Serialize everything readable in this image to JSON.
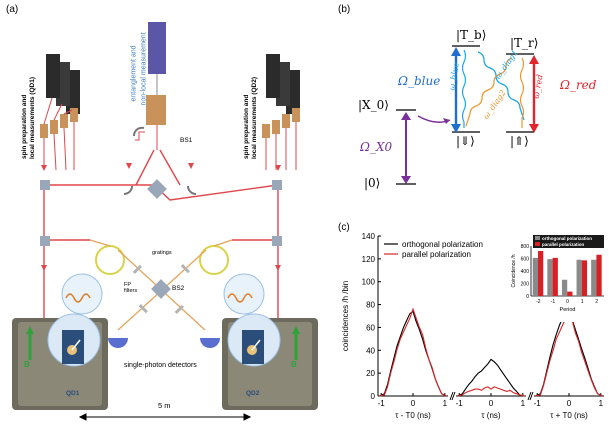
{
  "panels": {
    "a": "(a)",
    "b": "(b)",
    "c": "(c)"
  },
  "setup": {
    "qd1_caption": "spin preparation and\nlocal measurements (QD1)",
    "qd2_caption": "spin preparation and\nlocal measurements (QD2)",
    "center_caption_1": "entanglement and",
    "center_caption_2": "non-local measurement",
    "bs1": "BS1",
    "bs2": "BS2",
    "gratings": "gratings",
    "fp_filters": "FP\nfilters",
    "detectors": "single-photon detectors",
    "qd1": "QD1",
    "qd2": "QD2",
    "bfield": "B",
    "scale": "5 m",
    "colors": {
      "beam": "#e0474c",
      "fiber": "#e6a45a",
      "laser_box": "#c9925a",
      "detector_blue": "#5a6ed0"
    }
  },
  "level_scheme": {
    "states": {
      "Tb": "|T_b⟩",
      "Tr": "|T_r⟩",
      "X0": "|X_0⟩",
      "down": "|⇓⟩",
      "up": "|⇑⟩",
      "zero": "|0⟩"
    },
    "omega_blue": "Ω_blue",
    "omega_red": "Ω_red",
    "omega_x0": "Ω_X0",
    "omega_b": "ω_blue",
    "omega_r": "ω_red",
    "omega_diag1": "ω_diag1",
    "omega_diag2": "ω_diag2",
    "colors": {
      "blue": "#1f6fd0",
      "red": "#e3242b",
      "purple": "#7a2f9a",
      "cyan": "#19a6e8",
      "orange": "#f0962f"
    }
  },
  "chart_data": [
    {
      "type": "line",
      "ylabel": "coincidences /h /bin",
      "ylim": [
        0,
        140
      ],
      "yticks": [
        0,
        20,
        40,
        60,
        80,
        100,
        120,
        140
      ],
      "segments": [
        {
          "xlabel": "τ - T0 (ns)",
          "xticks": [
            "-1",
            "0",
            "1"
          ],
          "xlim": [
            -1.1,
            1.1
          ]
        },
        {
          "xlabel": "τ (ns)",
          "xticks": [
            "-1",
            "0",
            "1"
          ],
          "xlim": [
            -1.1,
            1.1
          ]
        },
        {
          "xlabel": "τ + T0 (ns)",
          "xticks": [
            "-1",
            "0",
            "1"
          ],
          "xlim": [
            -1.1,
            1.1
          ]
        }
      ],
      "legend": {
        "position": "top-left"
      },
      "series": [
        {
          "name": "orthogonal polarization",
          "color": "#000000",
          "segments": [
            {
              "x": [
                -1.05,
                -0.9,
                -0.8,
                -0.7,
                -0.6,
                -0.5,
                -0.4,
                -0.3,
                -0.2,
                -0.1,
                0,
                0.1,
                0.2,
                0.3,
                0.4,
                0.5,
                0.6,
                0.7,
                0.8,
                0.9,
                1.05
              ],
              "y": [
                0,
                2,
                10,
                22,
                33,
                44,
                52,
                60,
                66,
                72,
                74,
                65,
                58,
                50,
                40,
                32,
                24,
                15,
                8,
                2,
                0
              ]
            },
            {
              "x": [
                -1.05,
                -0.9,
                -0.8,
                -0.7,
                -0.6,
                -0.5,
                -0.4,
                -0.3,
                -0.2,
                -0.1,
                0,
                0.1,
                0.2,
                0.3,
                0.4,
                0.5,
                0.6,
                0.7,
                0.8,
                0.9,
                1.05
              ],
              "y": [
                0,
                2,
                6,
                10,
                13,
                17,
                20,
                22,
                25,
                28,
                32,
                30,
                27,
                23,
                19,
                15,
                11,
                7,
                4,
                1,
                0
              ]
            },
            {
              "x": [
                -1.05,
                -0.9,
                -0.8,
                -0.7,
                -0.6,
                -0.5,
                -0.4,
                -0.3,
                -0.2,
                -0.1,
                0,
                0.1,
                0.2,
                0.3,
                0.4,
                0.5,
                0.6,
                0.7,
                0.8,
                0.9,
                1.05
              ],
              "y": [
                0,
                2,
                10,
                22,
                34,
                45,
                54,
                62,
                68,
                73,
                75,
                67,
                58,
                50,
                41,
                33,
                24,
                15,
                8,
                2,
                0
              ]
            }
          ]
        },
        {
          "name": "parallel polarization",
          "color": "#d62728",
          "segments": [
            {
              "x": [
                -1.05,
                -0.9,
                -0.8,
                -0.7,
                -0.6,
                -0.5,
                -0.4,
                -0.3,
                -0.2,
                -0.1,
                0,
                0.1,
                0.2,
                0.3,
                0.4,
                0.5,
                0.6,
                0.7,
                0.8,
                0.9,
                1.05
              ],
              "y": [
                0,
                1,
                8,
                20,
                30,
                41,
                50,
                56,
                62,
                68,
                76,
                68,
                60,
                54,
                42,
                32,
                25,
                15,
                8,
                2,
                0
              ]
            },
            {
              "x": [
                -1.05,
                -0.9,
                -0.8,
                -0.7,
                -0.6,
                -0.5,
                -0.4,
                -0.3,
                -0.2,
                -0.1,
                0,
                0.1,
                0.2,
                0.3,
                0.4,
                0.5,
                0.6,
                0.7,
                0.8,
                0.9,
                1.05
              ],
              "y": [
                0,
                1,
                3,
                4,
                5,
                6,
                6,
                5,
                7,
                8,
                6,
                8,
                7,
                6,
                5,
                4,
                5,
                3,
                2,
                1,
                0
              ]
            },
            {
              "x": [
                -1.05,
                -0.9,
                -0.8,
                -0.7,
                -0.6,
                -0.5,
                -0.4,
                -0.3,
                -0.2,
                -0.1,
                0,
                0.1,
                0.2,
                0.3,
                0.4,
                0.5,
                0.6,
                0.7,
                0.8,
                0.9,
                1.05
              ],
              "y": [
                0,
                1,
                9,
                20,
                31,
                40,
                50,
                56,
                62,
                68,
                72,
                66,
                55,
                48,
                38,
                30,
                22,
                14,
                7,
                2,
                0
              ]
            }
          ]
        }
      ]
    },
    {
      "type": "bar",
      "ylabel": "Coincidence /h",
      "xlabel": "Period",
      "ylim": [
        0,
        800
      ],
      "yticks": [
        0,
        200,
        400,
        600,
        800
      ],
      "categories": [
        "-2",
        "-1",
        "0",
        "1",
        "2"
      ],
      "legend": {
        "position": "top"
      },
      "series": [
        {
          "name": "orthogonal polarization",
          "color": "#8a8a8a",
          "values": [
            610,
            590,
            260,
            580,
            580
          ]
        },
        {
          "name": "parallel polarization",
          "color": "#d91f26",
          "values": [
            720,
            610,
            70,
            570,
            660
          ]
        }
      ]
    }
  ]
}
